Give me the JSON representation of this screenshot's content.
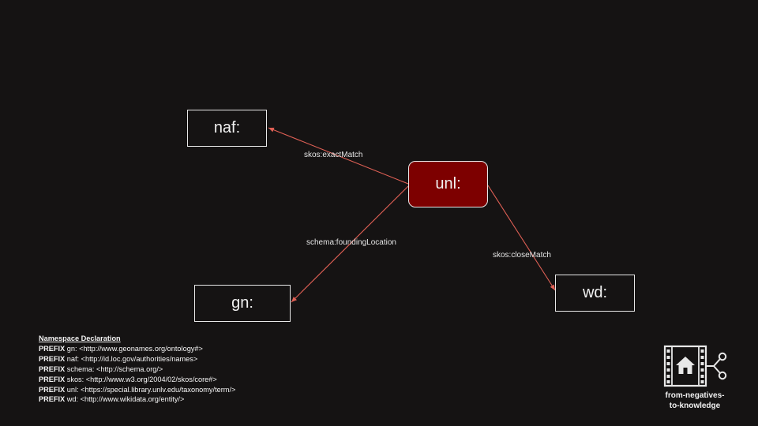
{
  "diagram": {
    "nodes": {
      "center": "unl:",
      "naf": "naf:",
      "gn": "gn:",
      "wd": "wd:"
    },
    "edges": {
      "exact": "skos:exactMatch",
      "founding": "schema:foundingLocation",
      "close": "skos:closeMatch"
    },
    "colors": {
      "center_fill": "#7d0000",
      "edge": "#e06055",
      "background": "#151313"
    }
  },
  "namespace": {
    "title": "Namespace Declaration",
    "prefixes": [
      {
        "keyword": "PREFIX",
        "text": "gn: <http://www.geonames.org/ontology#>"
      },
      {
        "keyword": "PREFIX",
        "text": "naf: <http://id.loc.gov/authorities/names>"
      },
      {
        "keyword": "PREFIX",
        "text": "schema: <http://schema.org/>"
      },
      {
        "keyword": "PREFIX",
        "text": "skos: <http://www.w3.org/2004/02/skos/core#>"
      },
      {
        "keyword": "PREFIX",
        "text": "unl: <https://special.library.unlv.edu/taxonomy/term/>"
      },
      {
        "keyword": "PREFIX",
        "text": "wd: <http://www.wikidata.org/entity/>"
      }
    ]
  },
  "logo": {
    "icon": "film-house-graph-icon",
    "line1": "from-negatives-",
    "line2": "to-knowledge"
  }
}
